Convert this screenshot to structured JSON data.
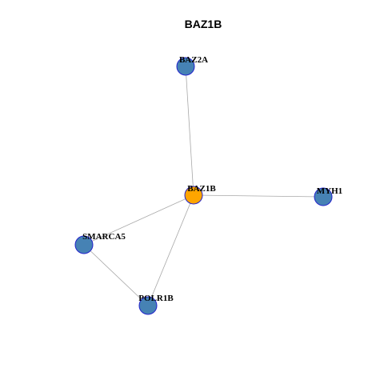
{
  "graph": {
    "title": "BAZ1B",
    "colors": {
      "center_node": "#FFA500",
      "neighbor_node": "#4682B4",
      "node_border": "#2222CC",
      "edge": "#A8A8A8"
    },
    "nodes": [
      {
        "id": "BAZ1B",
        "label": "BAZ1B",
        "role": "center"
      },
      {
        "id": "BAZ2A",
        "label": "BAZ2A",
        "role": "neighbor"
      },
      {
        "id": "MYH1",
        "label": "MYH1",
        "role": "neighbor"
      },
      {
        "id": "SMARCA5",
        "label": "SMARCA5",
        "role": "neighbor"
      },
      {
        "id": "POLR1B",
        "label": "POLR1B",
        "role": "neighbor"
      }
    ],
    "edges": [
      {
        "source": "BAZ1B",
        "target": "BAZ2A"
      },
      {
        "source": "BAZ1B",
        "target": "MYH1"
      },
      {
        "source": "BAZ1B",
        "target": "SMARCA5"
      },
      {
        "source": "BAZ1B",
        "target": "POLR1B"
      },
      {
        "source": "SMARCA5",
        "target": "POLR1B"
      }
    ]
  }
}
